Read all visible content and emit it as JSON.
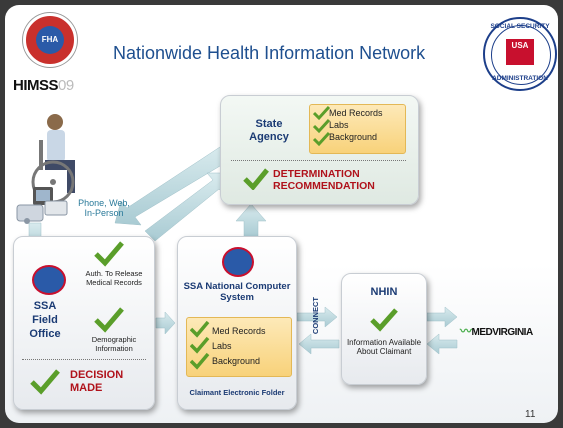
{
  "title": "Nationwide Health Information Network",
  "logos": {
    "fha_seal_text": "FHA",
    "himss": "HIMSS",
    "himss_year": "09",
    "ssa_seal_top": "SOCIAL SECURITY",
    "ssa_seal_bottom": "ADMINISTRATION",
    "ssa_seal_center": "USA",
    "medvirginia": "MEDVIRGINIA"
  },
  "claimant": {
    "contact_label": "Phone, Web,\nIn-Person"
  },
  "state_agency": {
    "title": "State Agency",
    "items": [
      "Med Records",
      "Labs",
      "Background"
    ],
    "result": "DETERMINATION RECOMMENDATION"
  },
  "field_office": {
    "title_lines": [
      "SSA",
      "Field",
      "Office"
    ],
    "item1": "Auth. To Release Medical Records",
    "item2": "Demographic Information",
    "decision": "DECISION MADE"
  },
  "ssa_national": {
    "title": "SSA National Computer System",
    "items": [
      "Med Records",
      "Labs",
      "Background"
    ],
    "folder_label": "Claimant Electronic Folder"
  },
  "connect_label": "CONNECT",
  "nhin": {
    "title": "NHIN",
    "text": "Information Available About Claimant"
  },
  "page_number": "11",
  "colors": {
    "title_blue": "#1e4f8f",
    "check_green": "#5a9e2a",
    "decision_red": "#b0121b",
    "arrow_teal": "#bcd7dc"
  }
}
